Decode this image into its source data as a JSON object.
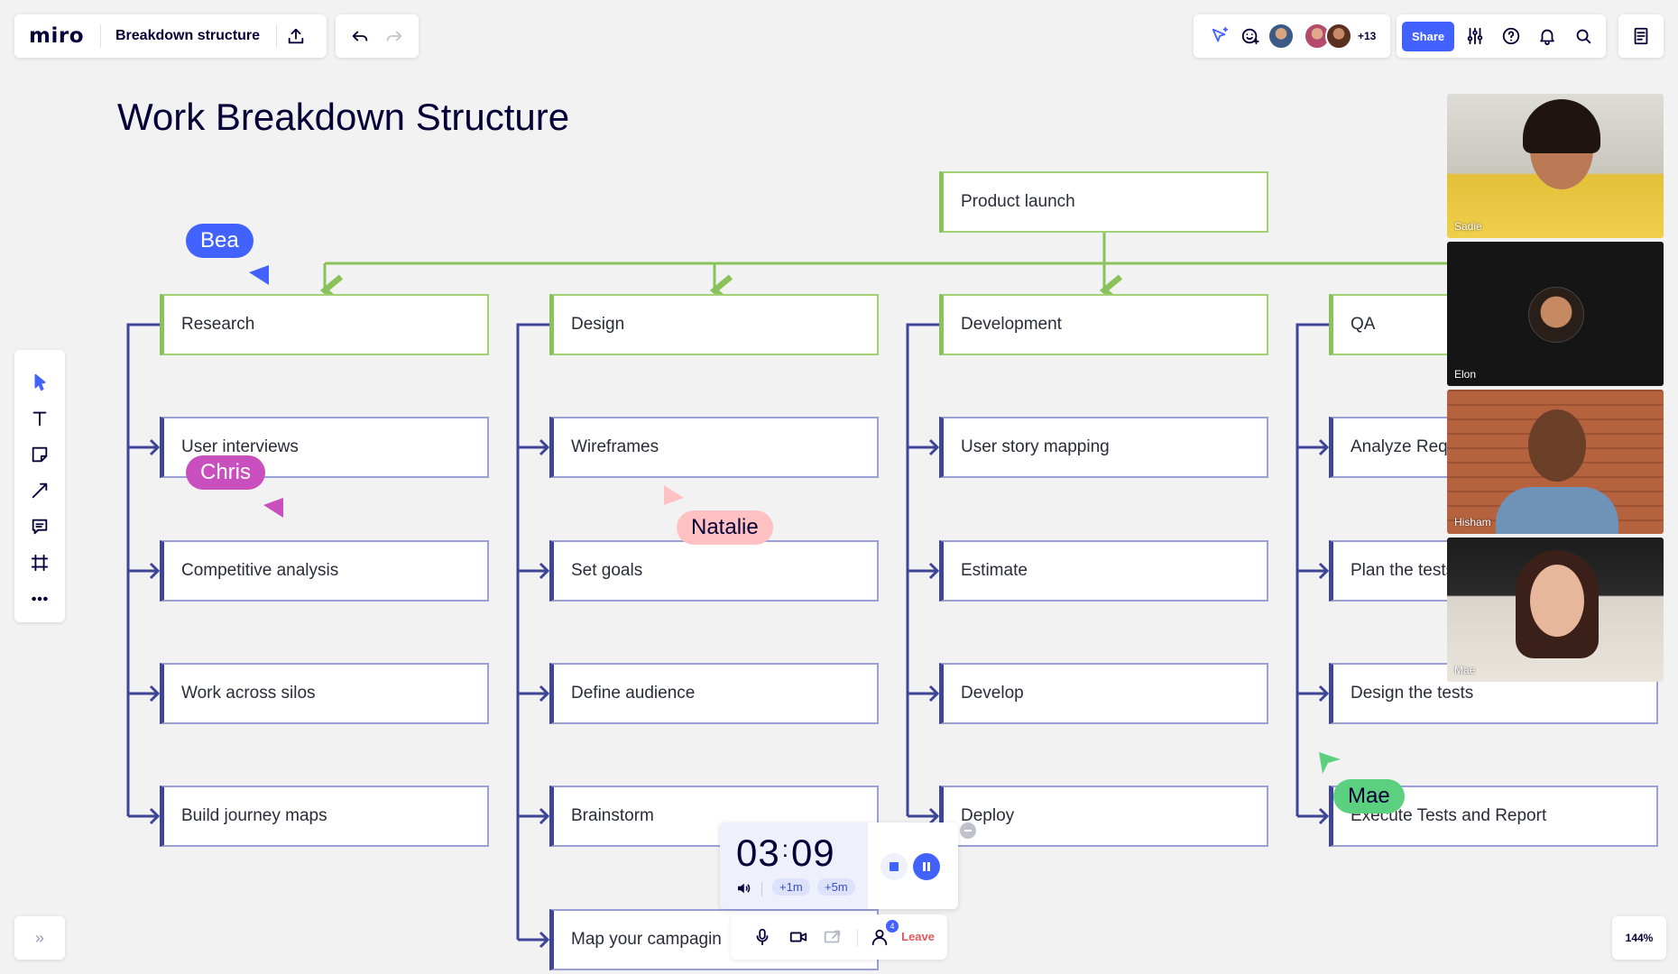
{
  "app": {
    "logo": "miro",
    "board_name": "Breakdown structure",
    "share_label": "Share",
    "collaborators_more": "+13",
    "zoom_level": "144%",
    "accent": "#4262ff"
  },
  "board": {
    "title": "Work Breakdown Structure",
    "root": "Product launch",
    "columns": [
      {
        "label": "Research",
        "items": [
          "User interviews",
          "Competitive analysis",
          "Work across silos",
          "Build journey maps"
        ]
      },
      {
        "label": "Design",
        "items": [
          "Wireframes",
          "Set goals",
          "Define audience",
          "Brainstorm",
          "Map your campagin"
        ]
      },
      {
        "label": "Development",
        "items": [
          "User story mapping",
          "Estimate",
          "Develop",
          "Deploy"
        ]
      },
      {
        "label": "QA",
        "items": [
          "Analyze Requ",
          "Plan the tests",
          "Design the tests",
          "Execute Tests and Report"
        ]
      }
    ]
  },
  "cursors": [
    {
      "name": "Bea",
      "color": "#4262ff"
    },
    {
      "name": "Chris",
      "color": "#c94fbf"
    },
    {
      "name": "Natalie",
      "color": "#ffc1c1"
    },
    {
      "name": "Mae",
      "color": "#5bd07f"
    }
  ],
  "video_participants": [
    "Sadie",
    "Elon",
    "Hisham",
    "Mae"
  ],
  "timer": {
    "minutes": "03",
    "seconds": "09",
    "add_1m": "+1m",
    "add_5m": "+5m"
  },
  "call": {
    "participant_count": "4",
    "leave_label": "Leave"
  },
  "toolbar": {
    "tools": [
      "select-icon",
      "text-icon",
      "sticky-note-icon",
      "line-icon",
      "comment-icon",
      "frame-icon",
      "more-icon"
    ]
  }
}
